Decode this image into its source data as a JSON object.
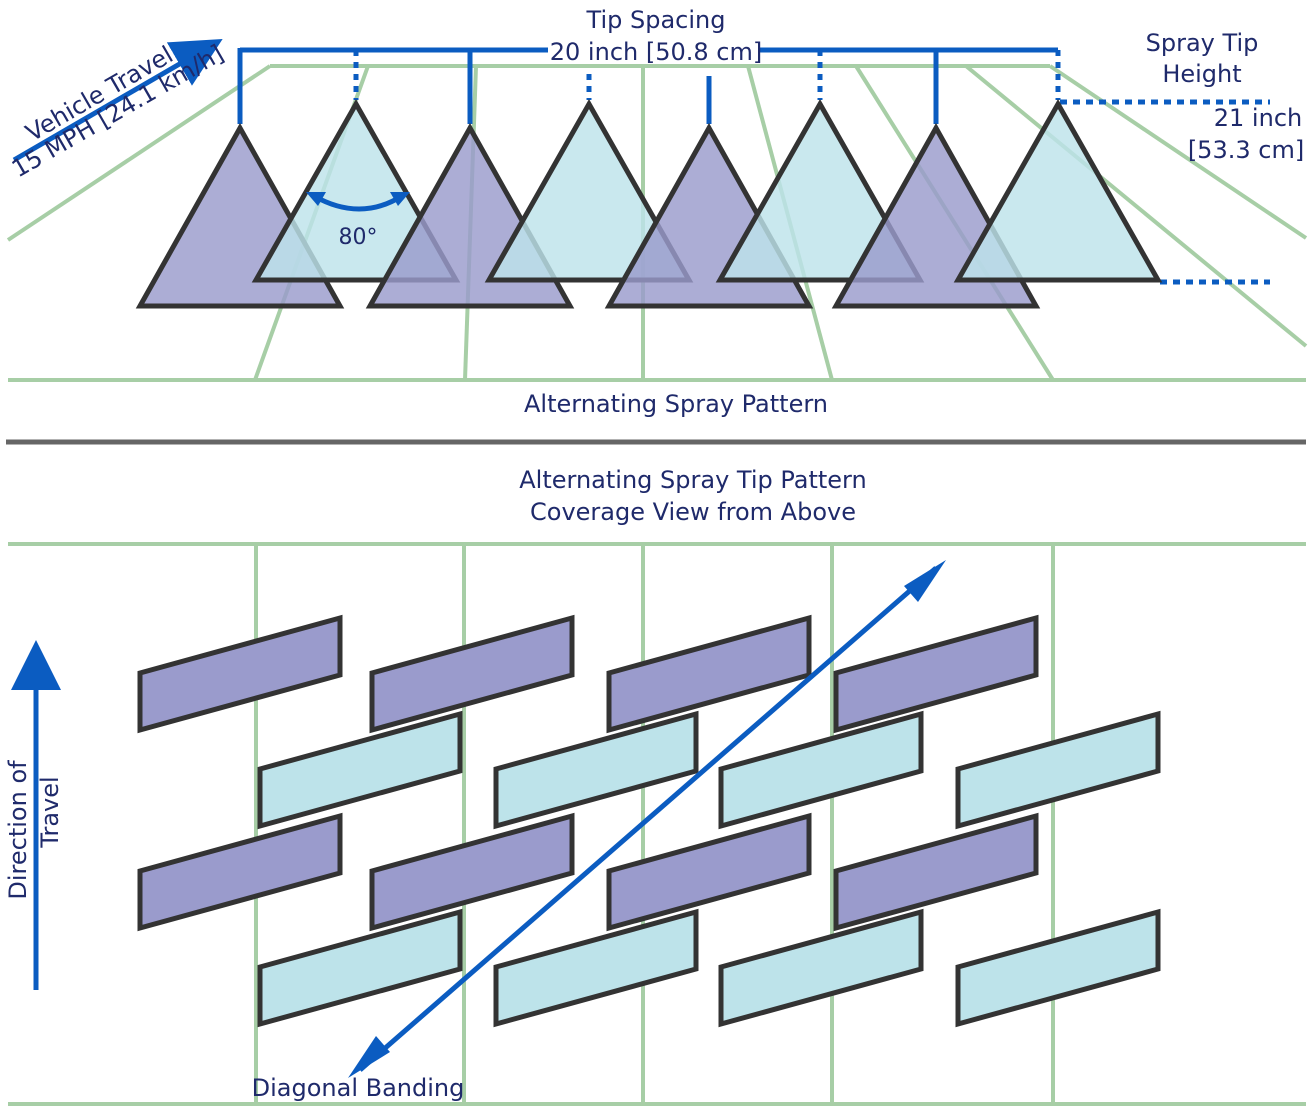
{
  "colors": {
    "purple_fill": "#9a9bcc",
    "cyan_fill": "#bde3ea",
    "outline": "#333333",
    "grid_green": "#a7cea6",
    "blue_annotation": "#0b5cc1",
    "divider": "#666666",
    "label_text": "#1f2a6b"
  },
  "top": {
    "tip_spacing_line1": "Tip Spacing",
    "tip_spacing_line2": "20 inch [50.8 cm]",
    "vehicle_travel_line1": "Vehicle Travel",
    "vehicle_travel_line2": "15 MPH [24.1 km/h]",
    "spray_tip_height_line1": "Spray Tip",
    "spray_tip_height_line2": "Height",
    "height_value_line1": "21 inch",
    "height_value_line2": "[53.3 cm]",
    "angle_label": "80°",
    "caption": "Alternating Spray Pattern"
  },
  "bottom": {
    "title_line1": "Alternating Spray Tip Pattern",
    "title_line2": "Coverage View from Above",
    "direction_line1": "Direction of",
    "direction_line2": "Travel",
    "diagonal_label": "Diagonal Banding"
  }
}
